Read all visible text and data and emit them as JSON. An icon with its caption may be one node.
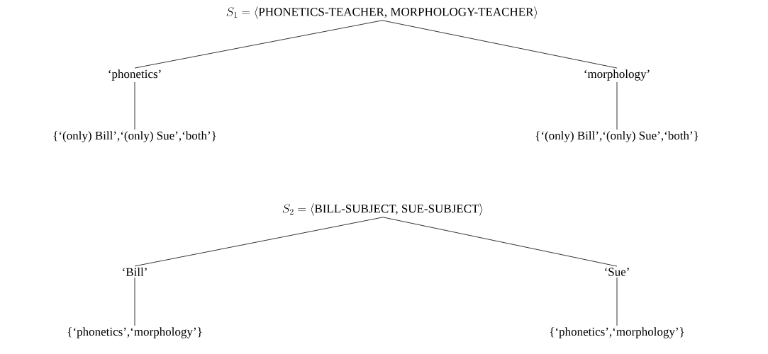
{
  "diagram": {
    "nodes": [
      {
        "text": [
          "S_1 = \\langle\\text{PHONETICS-TEACHER, MORPHOLOGY-TEACHER}\\rangle"
        ]
      },
      {
        "text": [
          "‘phonetics’"
        ]
      },
      {
        "text": [
          "‘morphology’"
        ]
      },
      {
        "text": [
          "{‘(only) Bill’,‘(only) Sue’,‘both’}"
        ]
      },
      {
        "text": [
          "{‘(only) Bill’,‘(only) Sue’,‘both’}"
        ]
      },
      {
        "text": [
          "S_2 = \\langle\\text{BILL-SUBJECT, SUE-SUBJECT}\\rangle"
        ]
      },
      {
        "text": [
          "‘Bill’"
        ]
      },
      {
        "text": [
          "‘Sue’"
        ]
      },
      {
        "text": [
          "{‘phonetics’,‘morphology’}"
        ]
      },
      {
        "text": [
          "{‘phonetics’,‘morphology’}"
        ]
      }
    ],
    "edges": [
      {
        "from": 0,
        "to": 1,
        "arrow": "none"
      },
      {
        "from": 0,
        "to": 2,
        "arrow": "none"
      },
      {
        "from": 1,
        "to": 3,
        "arrow": "none"
      },
      {
        "from": 2,
        "to": 4,
        "arrow": "none"
      },
      {
        "from": 5,
        "to": 6,
        "arrow": "none"
      },
      {
        "from": 5,
        "to": 7,
        "arrow": "none"
      },
      {
        "from": 6,
        "to": 8,
        "arrow": "none"
      },
      {
        "from": 7,
        "to": 9,
        "arrow": "none"
      }
    ]
  }
}
